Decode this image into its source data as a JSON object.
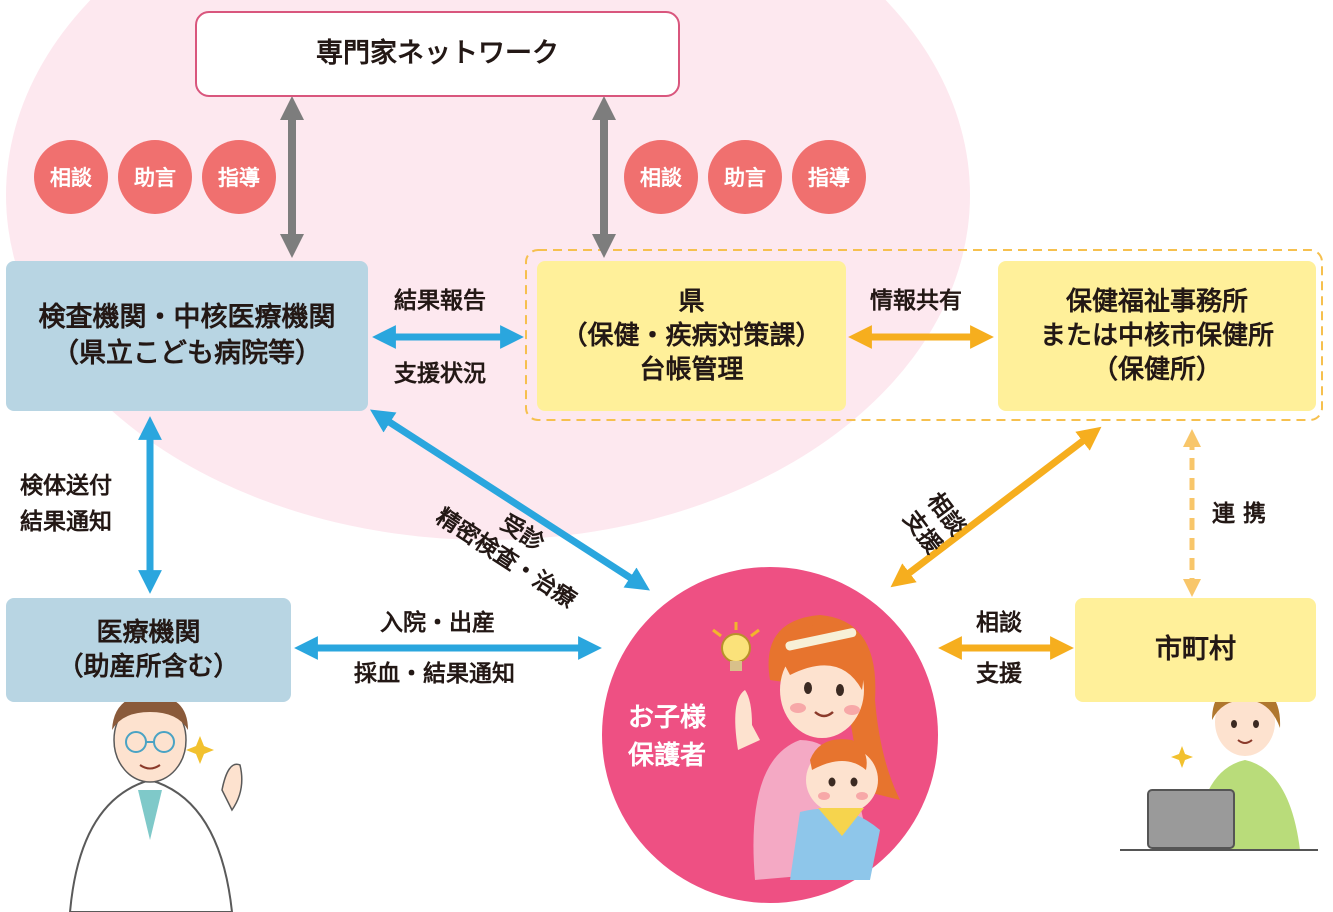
{
  "colors": {
    "pink_blob": "#fde8ef",
    "blue_box": "#b8d5e3",
    "yellow_box": "#fff09a",
    "badge": "#f0706f",
    "blue_arrow": "#2aa6de",
    "orange_arrow": "#f6ae1e",
    "gray_arrow": "#7d7d7d",
    "mother_circle": "#ee5083"
  },
  "nodes": {
    "network": "専門家ネットワーク",
    "exam_org": {
      "line1": "検査機関・中核医療機関",
      "line2": "（県立こども病院等）"
    },
    "prefecture": {
      "line1": "県",
      "line2": "（保健・疾病対策課）",
      "line3": "台帳管理"
    },
    "health_office": {
      "line1": "保健福祉事務所",
      "line2": "または中核市保健所",
      "line3": "（保健所）"
    },
    "medical": {
      "line1": "医療機関",
      "line2": "（助産所含む）"
    },
    "municipality": "市町村",
    "parent": {
      "line1": "お子様",
      "line2": "保護者"
    }
  },
  "badges_left": [
    "相談",
    "助言",
    "指導"
  ],
  "badges_right": [
    "相談",
    "助言",
    "指導"
  ],
  "edges": {
    "result_report": "結果報告",
    "support_status": "支援状況",
    "info_share": "情報共有",
    "specimen": "検体送付",
    "result_notice": "結果通知",
    "consult_top": "受診",
    "consult_bottom": "精密検査・治療",
    "office_parent_1": "相談",
    "office_parent_2": "支援",
    "renkei": "連 携",
    "admission": "入院・出産",
    "blood": "採血・結果通知",
    "muni_1": "相談",
    "muni_2": "支援"
  }
}
